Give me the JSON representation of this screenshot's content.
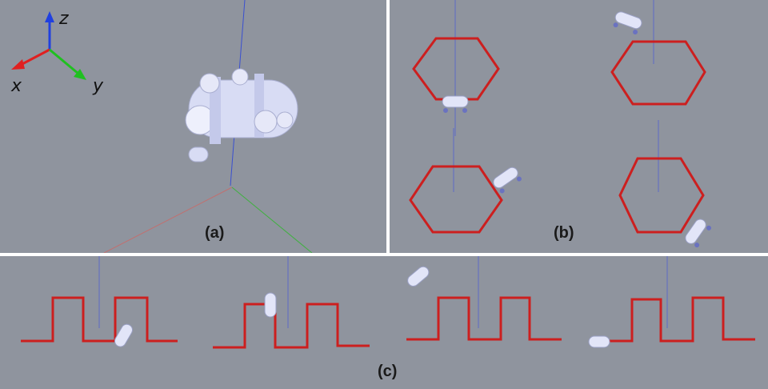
{
  "axes": {
    "x": "x",
    "y": "y",
    "z": "z"
  },
  "panels": {
    "a": {
      "label": "(a)"
    },
    "b": {
      "label": "(b)"
    },
    "c": {
      "label": "(c)"
    }
  },
  "colors": {
    "background": "#8f949e",
    "path": "#cc1f1f",
    "axis_x": "#e02020",
    "axis_y": "#20c020",
    "axis_z": "#2040e0",
    "vehicle": "#d8dcf4"
  },
  "icons": [
    "underwater-vehicle-icon",
    "axis-triad-icon",
    "hexagon-path",
    "square-wave-path"
  ]
}
